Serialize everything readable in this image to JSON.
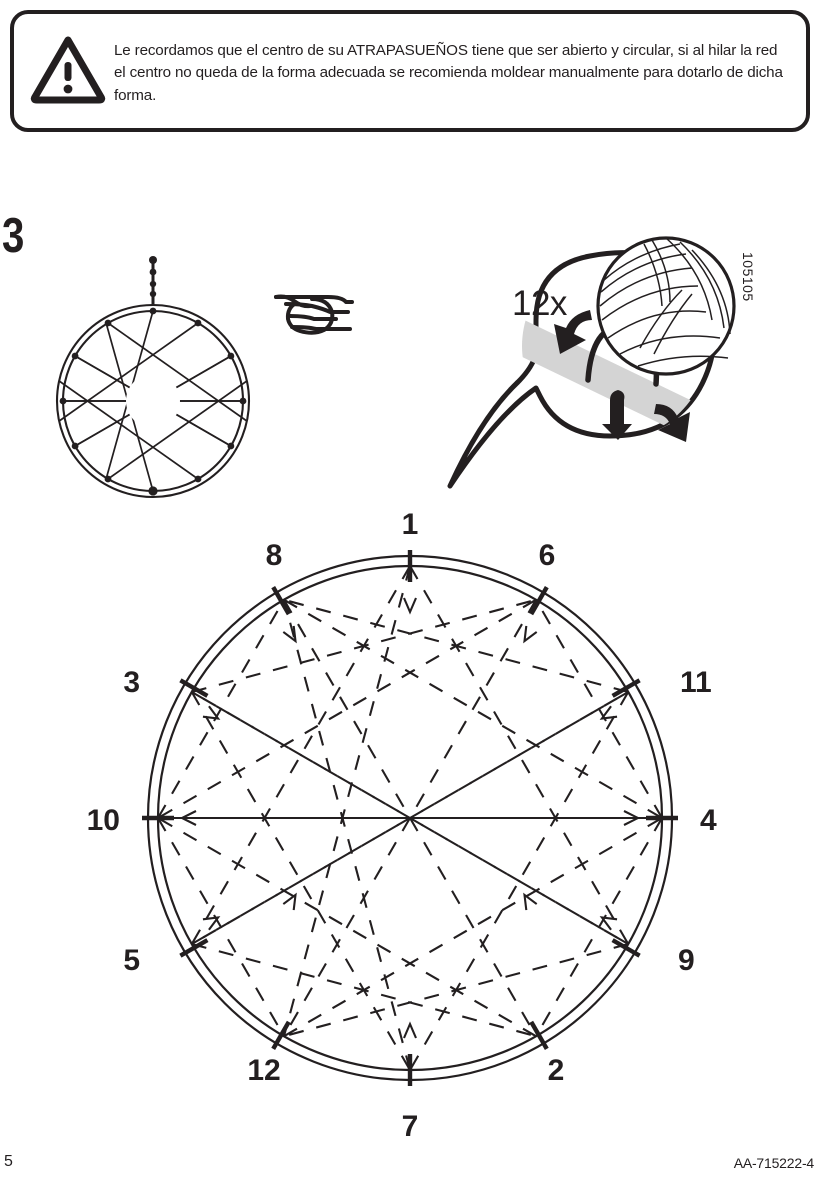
{
  "warning": {
    "icon": "warning-triangle-icon",
    "text": "Le recordamos que el centro de su ATRAPASUEÑOS tiene que ser abierto y circular, si al hilar la red el centro no queda de la forma adecuada se recomienda moldear manualmente para dotarlo de dicha forma."
  },
  "step": {
    "number": "3"
  },
  "illustrations": {
    "mini_dreamcatcher": {
      "icon": "dreamcatcher-icon",
      "points": 12,
      "description": "finished dreamcatcher with 12-point woven star and hanging hook"
    },
    "pointer_hand": {
      "icon": "pointing-hand-icon"
    },
    "yarn_ball": {
      "icon": "yarn-ball-icon"
    },
    "wrap_detail": {
      "icon": "wrap-detail-callout-icon",
      "arrows": 3,
      "band_color": "#d4d4d4",
      "description": "magnified callout showing yarn looped over the hoop band"
    }
  },
  "count": {
    "label": "12x",
    "value": 12
  },
  "article_code": "105105",
  "circle_diagram": {
    "name": "numbered-hoop-diagram",
    "positions": 12,
    "labels": [
      {
        "number": "1",
        "angle_deg": 0
      },
      {
        "number": "6",
        "angle_deg": 30
      },
      {
        "number": "11",
        "angle_deg": 60
      },
      {
        "number": "4",
        "angle_deg": 90
      },
      {
        "number": "9",
        "angle_deg": 120
      },
      {
        "number": "2",
        "angle_deg": 150
      },
      {
        "number": "7",
        "angle_deg": 180
      },
      {
        "number": "12",
        "angle_deg": 210
      },
      {
        "number": "5",
        "angle_deg": 240
      },
      {
        "number": "10",
        "angle_deg": 270
      },
      {
        "number": "3",
        "angle_deg": 300
      },
      {
        "number": "8",
        "angle_deg": 330
      }
    ],
    "label_order_clockwise_from_top": [
      "1",
      "6",
      "11",
      "4",
      "9",
      "2",
      "7",
      "12",
      "5",
      "10",
      "3",
      "8"
    ],
    "stitch_style": "dashed",
    "hoop_style": "double-ring"
  },
  "footer": {
    "page": "5",
    "document_code": "AA-715222-4"
  },
  "colors": {
    "ink": "#231f20",
    "band": "#d4d4d4",
    "paper": "#ffffff"
  }
}
